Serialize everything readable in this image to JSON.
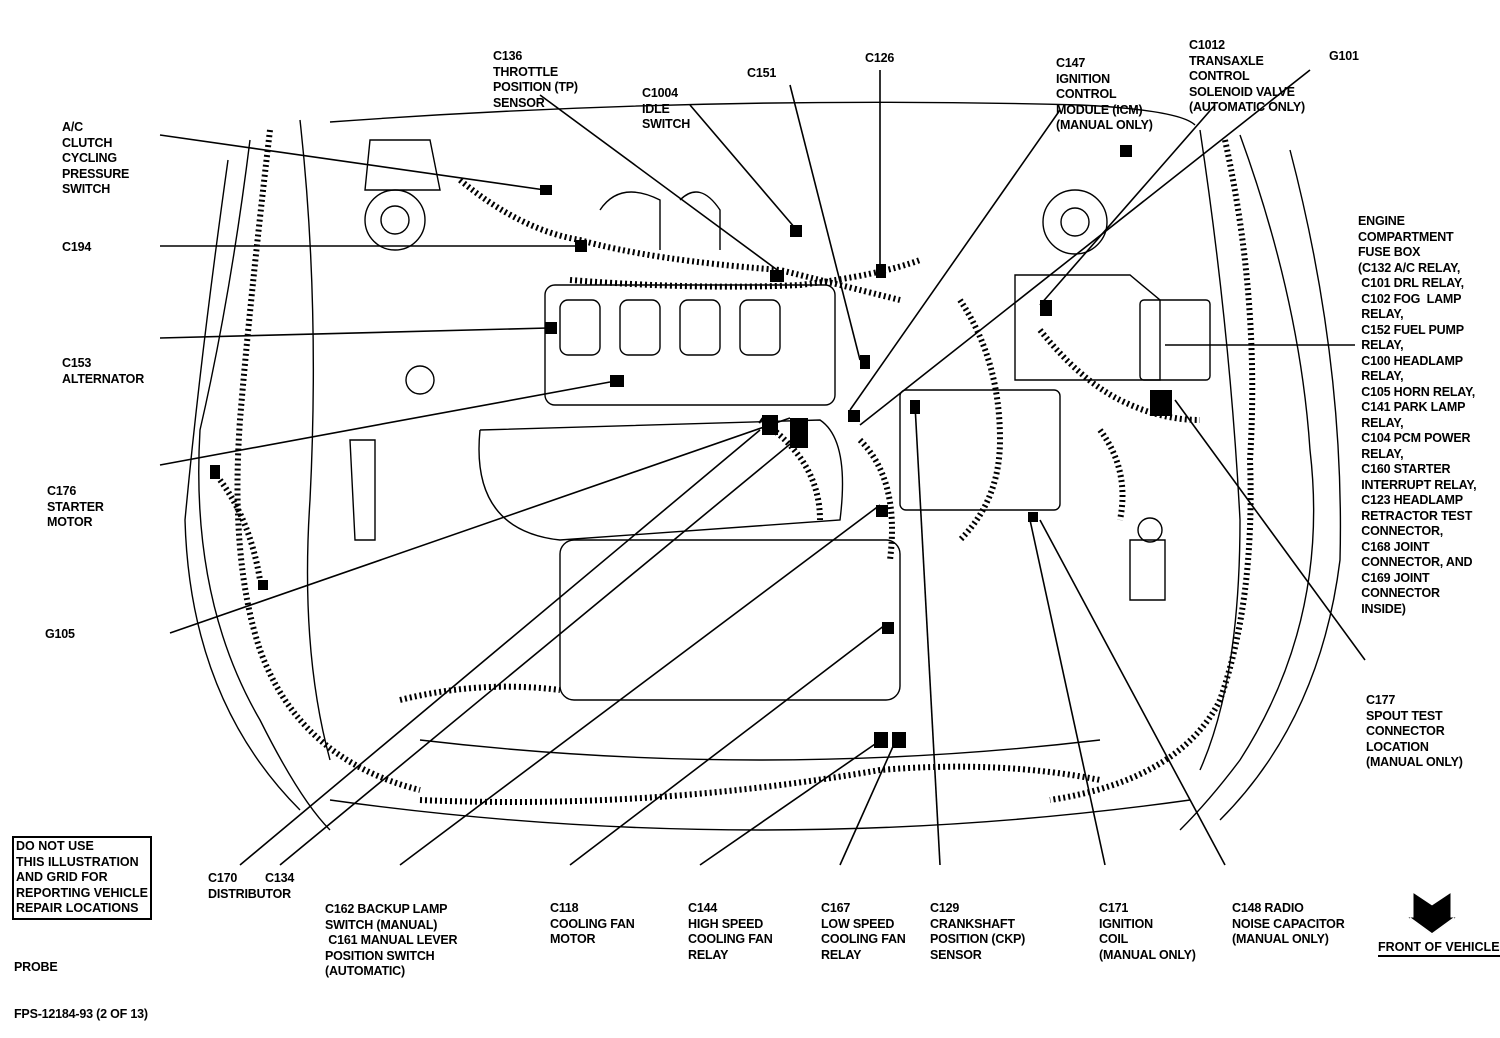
{
  "title": "Probe engine compartment connector locations",
  "labels": {
    "c136": [
      "C136",
      "THROTTLE",
      "POSITION (TP)",
      "SENSOR"
    ],
    "c1004": [
      "C1004",
      "IDLE",
      "SWITCH"
    ],
    "c151": [
      "C151"
    ],
    "c126": [
      "C126"
    ],
    "c147": [
      "C147",
      "IGNITION",
      "CONTROL",
      "MODULE (ICM)",
      "(MANUAL ONLY)"
    ],
    "c1012": [
      "C1012",
      "TRANSAXLE",
      "CONTROL",
      "SOLENOID VALVE",
      "(AUTOMATIC ONLY)"
    ],
    "g101": [
      "G101"
    ],
    "ac": [
      "A/C",
      "CLUTCH",
      "CYCLING",
      "PRESSURE",
      "SWITCH"
    ],
    "c194": [
      "C194"
    ],
    "c153": [
      "C153",
      "ALTERNATOR"
    ],
    "c176": [
      "C176",
      "STARTER",
      "MOTOR"
    ],
    "g105": [
      "G105"
    ],
    "fusebox": [
      "ENGINE",
      "COMPARTMENT",
      "FUSE BOX",
      "(C132 A/C RELAY,",
      " C101 DRL RELAY,",
      " C102 FOG  LAMP",
      " RELAY,",
      " C152 FUEL PUMP",
      " RELAY,",
      " C100 HEADLAMP",
      " RELAY,",
      " C105 HORN RELAY,",
      " C141 PARK LAMP",
      " RELAY,",
      " C104 PCM POWER",
      " RELAY,",
      " C160 STARTER",
      " INTERRUPT RELAY,",
      " C123 HEADLAMP",
      " RETRACTOR TEST",
      " CONNECTOR,",
      " C168 JOINT",
      " CONNECTOR, AND",
      " C169 JOINT",
      " CONNECTOR",
      " INSIDE)"
    ],
    "c177": [
      "C177",
      "SPOUT TEST",
      "CONNECTOR",
      "LOCATION",
      "(MANUAL ONLY)"
    ],
    "c170": [
      "C170"
    ],
    "c134": [
      "C134"
    ],
    "distributor": [
      "DISTRIBUTOR"
    ],
    "c162": [
      "C162 BACKUP LAMP",
      "SWITCH (MANUAL)",
      " C161 MANUAL LEVER",
      "POSITION SWITCH",
      "(AUTOMATIC)"
    ],
    "c118": [
      "C118",
      "COOLING FAN",
      "MOTOR"
    ],
    "c144": [
      "C144",
      "HIGH SPEED",
      "COOLING FAN",
      "RELAY"
    ],
    "c167": [
      "C167",
      "LOW SPEED",
      "COOLING FAN",
      "RELAY"
    ],
    "c129": [
      "C129",
      "CRANKSHAFT",
      "POSITION (CKP)",
      "SENSOR"
    ],
    "c171": [
      "C171",
      "IGNITION",
      "COIL",
      "(MANUAL ONLY)"
    ],
    "c148": [
      "C148 RADIO",
      "NOISE CAPACITOR",
      "(MANUAL ONLY)"
    ]
  },
  "notice": [
    "DO NOT USE",
    "THIS ILLUSTRATION",
    " AND GRID FOR",
    "REPORTING VEHICLE",
    "REPAIR LOCATIONS"
  ],
  "footer": {
    "model": "PROBE",
    "figure": "FPS-12184-93 (2 OF 13)"
  },
  "front_of_vehicle": {
    "label": "FRONT OF VEHICLE",
    "icon": "down-arrow-icon"
  }
}
